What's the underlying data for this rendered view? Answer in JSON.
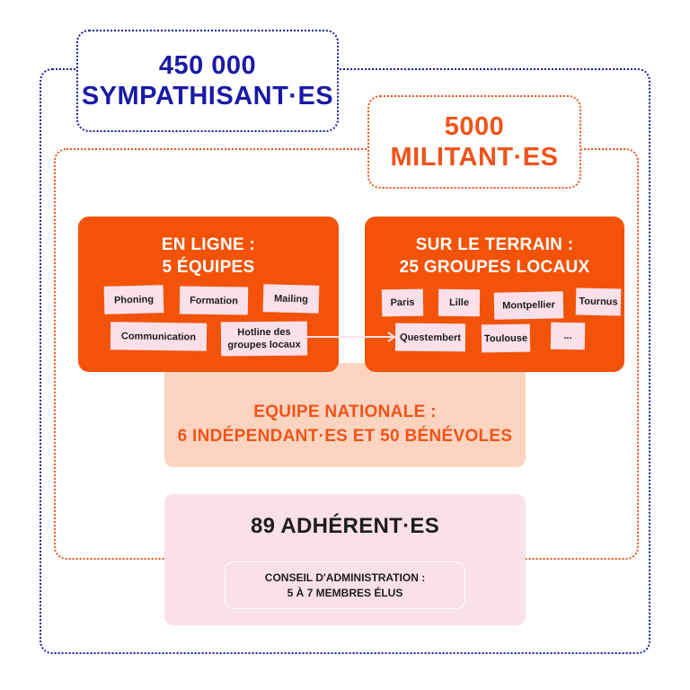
{
  "sympathisants": {
    "line1": "450 000",
    "line2": "SYMPATHISANT·ES"
  },
  "militants": {
    "line1": "5000",
    "line2": "MILITANT·ES"
  },
  "en_ligne": {
    "title_line1": "EN LIGNE :",
    "title_line2": "5 ÉQUIPES",
    "teams": [
      "Phoning",
      "Formation",
      "Mailing",
      "Communication",
      "Hotline des",
      "groupes locaux"
    ]
  },
  "sur_le_terrain": {
    "title_line1": "SUR LE TERRAIN :",
    "title_line2": "25 GROUPES LOCAUX",
    "groups": [
      "Paris",
      "Lille",
      "Montpellier",
      "Tournus",
      "Questembert",
      "Toulouse",
      "..."
    ]
  },
  "equipe_nationale": {
    "line1": "EQUIPE NATIONALE :",
    "line2": "6 INDÉPENDANT·ES ET 50 BÉNÉVOLES"
  },
  "adherents": {
    "title": "89 ADHÉRENT·ES",
    "conseil_line1": "CONSEIL D'ADMINISTRATION :",
    "conseil_line2": "5 À 7 MEMBRES ÉLUS"
  },
  "colors": {
    "blue": "#1a1aa6",
    "orange": "#f25309",
    "peach": "#fdd4c0",
    "pink": "#fae0e8"
  }
}
